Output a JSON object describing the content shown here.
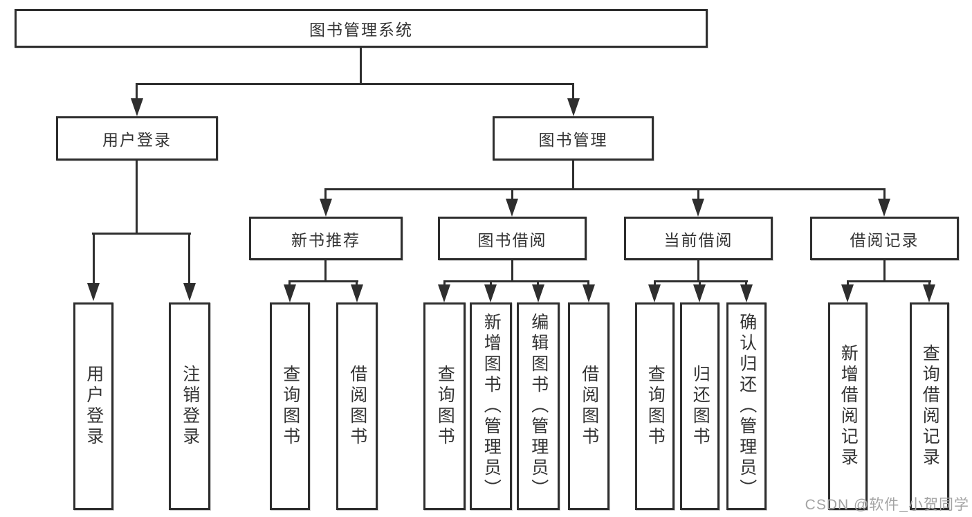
{
  "tree": {
    "label": "图书管理系统",
    "children": [
      {
        "label": "用户登录",
        "children": [
          {
            "label": "用户登录"
          },
          {
            "label": "注销登录"
          }
        ]
      },
      {
        "label": "图书管理",
        "children": [
          {
            "label": "新书推荐",
            "children": [
              {
                "label": "查询图书"
              },
              {
                "label": "借阅图书"
              }
            ]
          },
          {
            "label": "图书借阅",
            "children": [
              {
                "label": "查询图书"
              },
              {
                "label": "新增图书（管理员）"
              },
              {
                "label": "编辑图书（管理员）"
              },
              {
                "label": "借阅图书"
              }
            ]
          },
          {
            "label": "当前借阅",
            "children": [
              {
                "label": "查询图书"
              },
              {
                "label": "归还图书"
              },
              {
                "label": "确认归还（管理员）"
              }
            ]
          },
          {
            "label": "借阅记录",
            "children": [
              {
                "label": "新增借阅记录"
              },
              {
                "label": "查询借阅记录"
              }
            ]
          }
        ]
      }
    ]
  },
  "watermark": {
    "text": "CSDN @软件_小贺同学"
  },
  "colors": {
    "line": "#2e2e2e",
    "text": "#333333",
    "watermark": "#a3a3a3",
    "background": "#ffffff"
  }
}
